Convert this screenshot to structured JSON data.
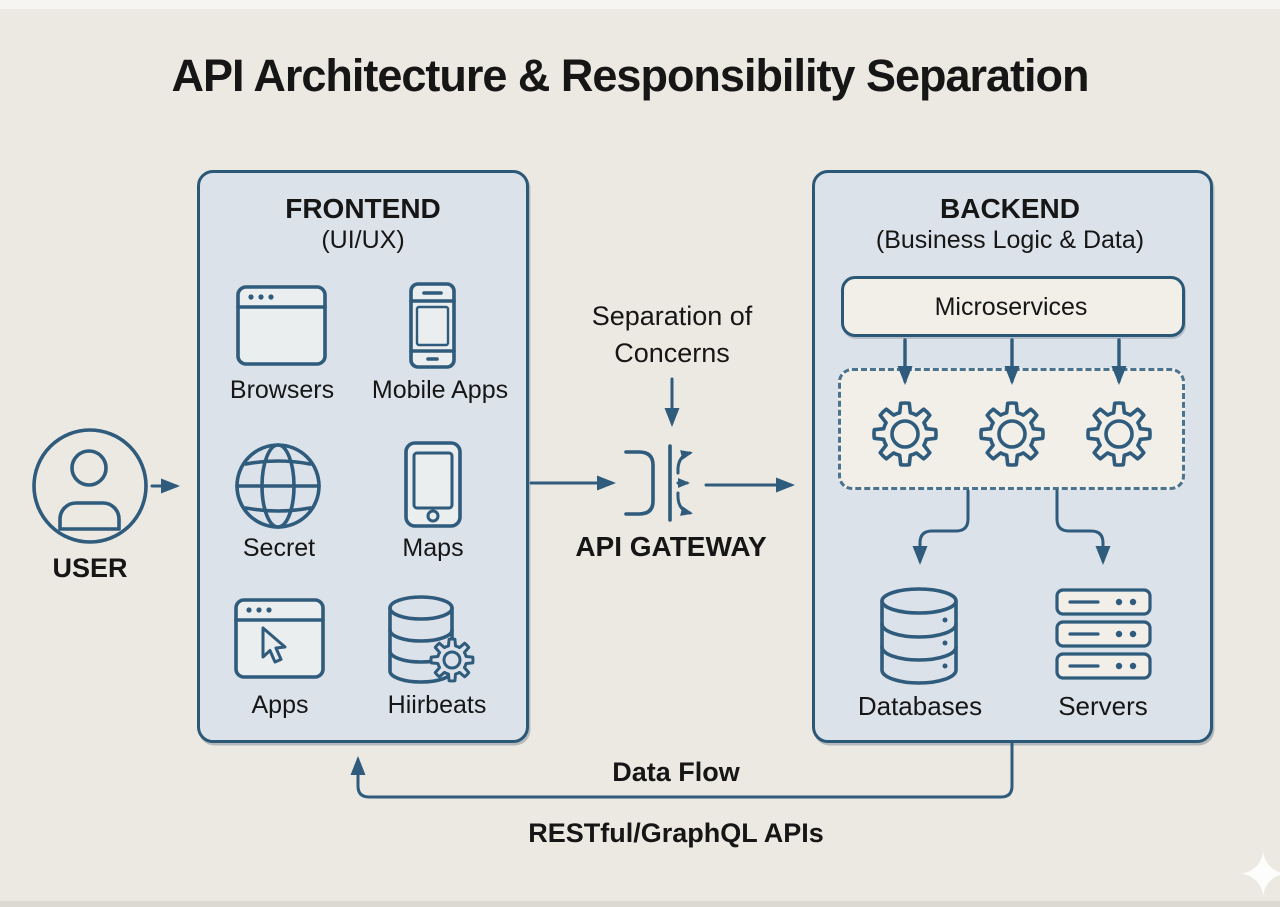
{
  "title": "API Architecture & Responsibility Separation",
  "user": {
    "label": "USER"
  },
  "frontend": {
    "title": "FRONTEND",
    "subtitle": "(UI/UX)",
    "items": [
      {
        "label": "Browsers",
        "icon": "browser-window-icon"
      },
      {
        "label": "Mobile Apps",
        "icon": "mobile-phone-icon"
      },
      {
        "label": "Secret",
        "icon": "globe-icon"
      },
      {
        "label": "Maps",
        "icon": "tablet-icon"
      },
      {
        "label": "Apps",
        "icon": "browser-cursor-icon"
      },
      {
        "label": "Hiirbeats",
        "icon": "database-gear-icon"
      }
    ]
  },
  "gateway": {
    "separation_label": "Separation of\nConcerns",
    "label": "API GATEWAY"
  },
  "backend": {
    "title": "BACKEND",
    "subtitle": "(Business Logic & Data)",
    "microservices_label": "Microservices",
    "gear_count": 3,
    "databases_label": "Databases",
    "servers_label": "Servers"
  },
  "flow": {
    "data_flow_label": "Data Flow",
    "apis_label": "RESTful/GraphQL APIs"
  },
  "colors": {
    "background": "#ECE9E2",
    "panel_fill": "#DCE2E9",
    "panel_border": "#2B5876",
    "icon_stroke": "#2F5B7C",
    "inner_fill": "#F1EFE8",
    "text": "#161616"
  }
}
